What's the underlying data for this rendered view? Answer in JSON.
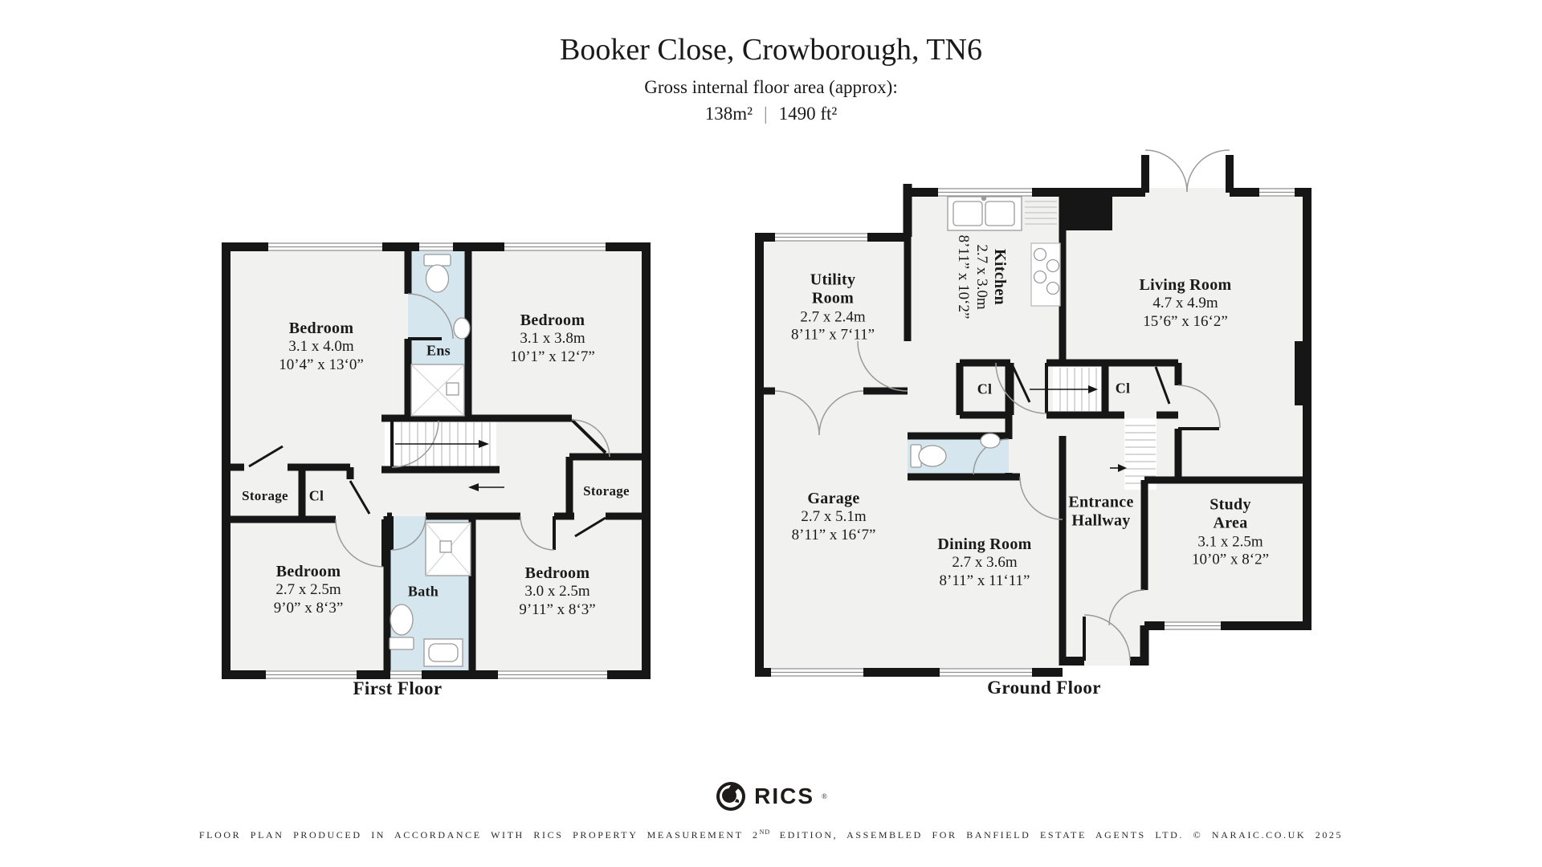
{
  "header": {
    "title": "Booker Close, Crowborough, TN6",
    "subtitle": "Gross internal floor area (approx):",
    "area_metric": "138m²",
    "area_separator": "|",
    "area_imperial": "1490 ft²"
  },
  "floors": {
    "first": {
      "label": "First Floor",
      "rooms": {
        "bedroom_tl": {
          "name": "Bedroom",
          "metric": "3.1 x 4.0m",
          "imperial": "10’4” x 13‘0”"
        },
        "ens": {
          "name": "Ens"
        },
        "bedroom_tr": {
          "name": "Bedroom",
          "metric": "3.1 x 3.8m",
          "imperial": "10’1” x 12‘7”"
        },
        "storage_left": {
          "name": "Storage"
        },
        "cl": {
          "name": "Cl"
        },
        "storage_right": {
          "name": "Storage"
        },
        "bedroom_bl": {
          "name": "Bedroom",
          "metric": "2.7 x 2.5m",
          "imperial": "9’0” x 8‘3”"
        },
        "bath": {
          "name": "Bath"
        },
        "bedroom_br": {
          "name": "Bedroom",
          "metric": "3.0 x 2.5m",
          "imperial": "9’11” x 8‘3”"
        }
      }
    },
    "ground": {
      "label": "Ground Floor",
      "rooms": {
        "utility": {
          "name1": "Utility",
          "name2": "Room",
          "metric": "2.7 x 2.4m",
          "imperial": "8’11” x 7‘11”"
        },
        "kitchen": {
          "name": "Kitchen",
          "metric": "2.7 x 3.0m",
          "imperial": "8’11” x 10‘2”"
        },
        "living": {
          "name": "Living Room",
          "metric": "4.7 x 4.9m",
          "imperial": "15’6” x 16‘2”"
        },
        "cl_left": {
          "name": "Cl"
        },
        "cl_right": {
          "name": "Cl"
        },
        "garage": {
          "name": "Garage",
          "metric": "2.7 x 5.1m",
          "imperial": "8’11” x 16‘7”"
        },
        "dining": {
          "name": "Dining Room",
          "metric": "2.7 x 3.6m",
          "imperial": "8’11” x 11‘11”"
        },
        "hallway": {
          "name1": "Entrance",
          "name2": "Hallway"
        },
        "study": {
          "name1": "Study",
          "name2": "Area",
          "metric": "3.1 x 2.5m",
          "imperial": "10’0” x 8‘2”"
        }
      }
    }
  },
  "logo": {
    "brand": "RICS",
    "reg": "®"
  },
  "footer": {
    "part1": "FLOOR PLAN PRODUCED IN ACCORDANCE WITH RICS PROPERTY MEASUREMENT 2",
    "sup": "ND",
    "part2": " EDITION, ASSEMBLED FOR BANFIELD ESTATE AGENTS LTD. © NARAIC.CO.UK 2025"
  },
  "colors": {
    "wall": "#161616",
    "room_fill": "#f1f1f0",
    "wet_fill": "#d5e6ee",
    "fixture": "#9a9a9a"
  }
}
